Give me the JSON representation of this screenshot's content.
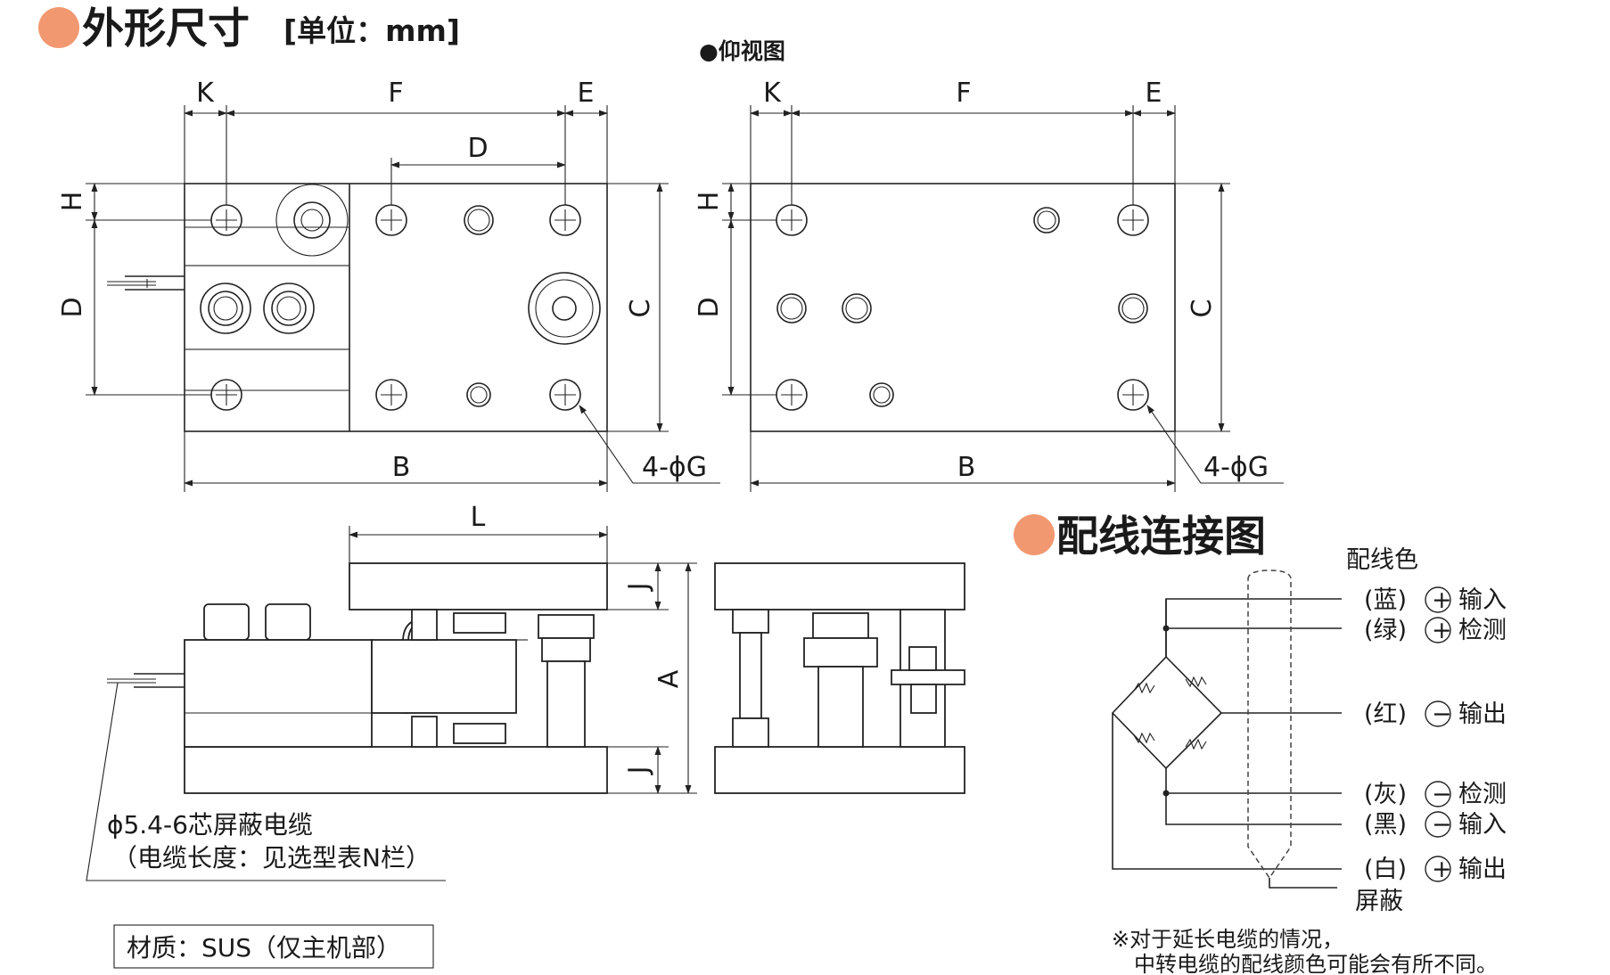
{
  "headings": {
    "dimensions": "外形尺寸",
    "unit": "[单位：mm]",
    "bottom_view": "●仰视图",
    "wiring": "配线连接图",
    "wiring_color": "配线色"
  },
  "dims": {
    "K": "K",
    "F": "F",
    "E": "E",
    "D": "D",
    "H": "H",
    "C": "C",
    "B": "B",
    "G": "4-ϕG",
    "L": "L",
    "J": "J",
    "A": "A"
  },
  "cable_note": [
    "ϕ5.4-6芯屏蔽电缆",
    "（电缆长度：见选型表N栏）"
  ],
  "material": "材质：SUS（仅主机部）",
  "wires": [
    {
      "color": "(蓝)",
      "sign": "+",
      "label": "输入"
    },
    {
      "color": "(绿)",
      "sign": "+",
      "label": "检测"
    },
    {
      "color": "(红)",
      "sign": "−",
      "label": "输出"
    },
    {
      "color": "(灰)",
      "sign": "−",
      "label": "检测"
    },
    {
      "color": "(黑)",
      "sign": "−",
      "label": "输入"
    },
    {
      "color": "(白)",
      "sign": "+",
      "label": "输出"
    }
  ],
  "shield": "屏蔽",
  "footnote": [
    "※对于延长电缆的情况，",
    "中转电缆的配线颜色可能会有所不同。"
  ],
  "colors": {
    "bullet": "#f29870"
  }
}
